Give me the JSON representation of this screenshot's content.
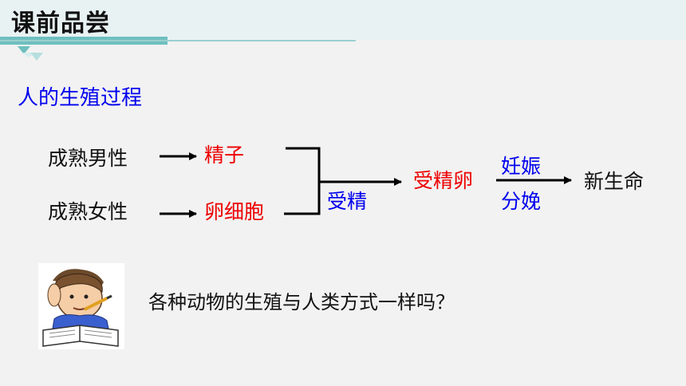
{
  "header": {
    "title": "课前品尝"
  },
  "section_title": "人的生殖过程",
  "diagram": {
    "male": "成熟男性",
    "sperm": "精子",
    "female": "成熟女性",
    "egg": "卵细胞",
    "fertilization": "受精",
    "zygote": "受精卵",
    "pregnancy": "妊娠",
    "delivery": "分娩",
    "new_life": "新生命"
  },
  "question": "各种动物的生殖与人类方式一样吗？",
  "colors": {
    "accent": "#6fbfbf",
    "blue_text": "#0000ee",
    "red_text": "#ee0000"
  },
  "icons": {
    "thinker": "thinking-student-icon"
  }
}
